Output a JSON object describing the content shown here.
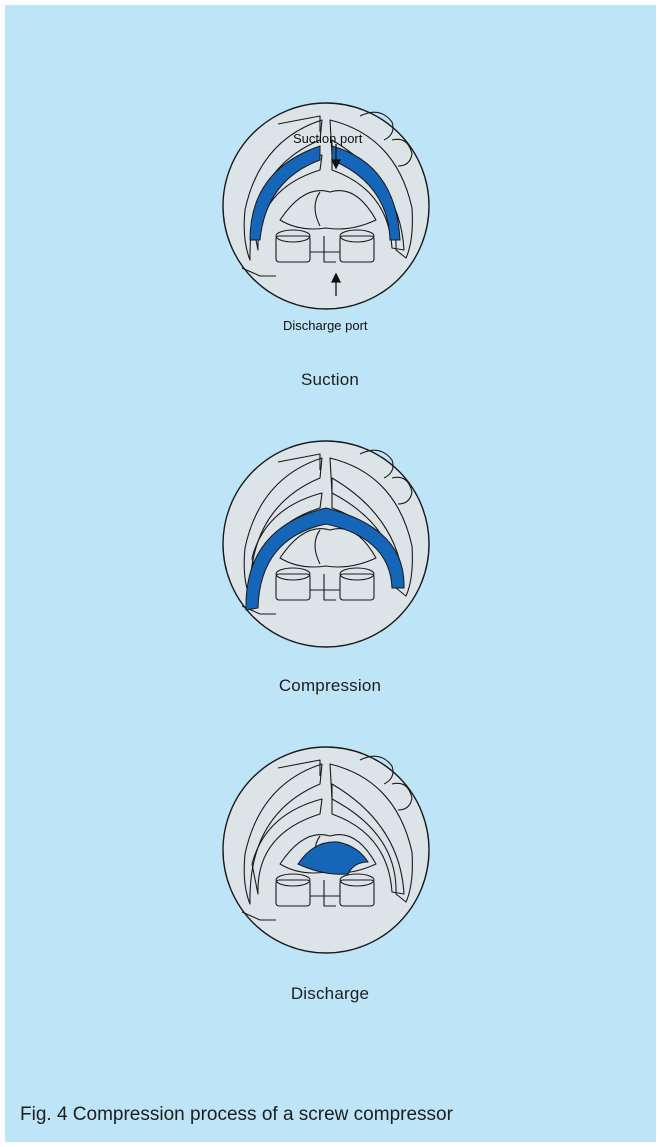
{
  "figure": {
    "caption": "Fig. 4  Compression process of a screw compressor",
    "background": "#bde4f7",
    "highlight_color": "#1565b8",
    "stages": [
      {
        "label": "Suction",
        "highlighted": "upper-lobe-pair",
        "annotations": {
          "top": "Suction port",
          "bottom": "Discharge port"
        }
      },
      {
        "label": "Compression",
        "highlighted": "middle-lobe-band"
      },
      {
        "label": "Discharge",
        "highlighted": "center-pocket"
      }
    ]
  }
}
